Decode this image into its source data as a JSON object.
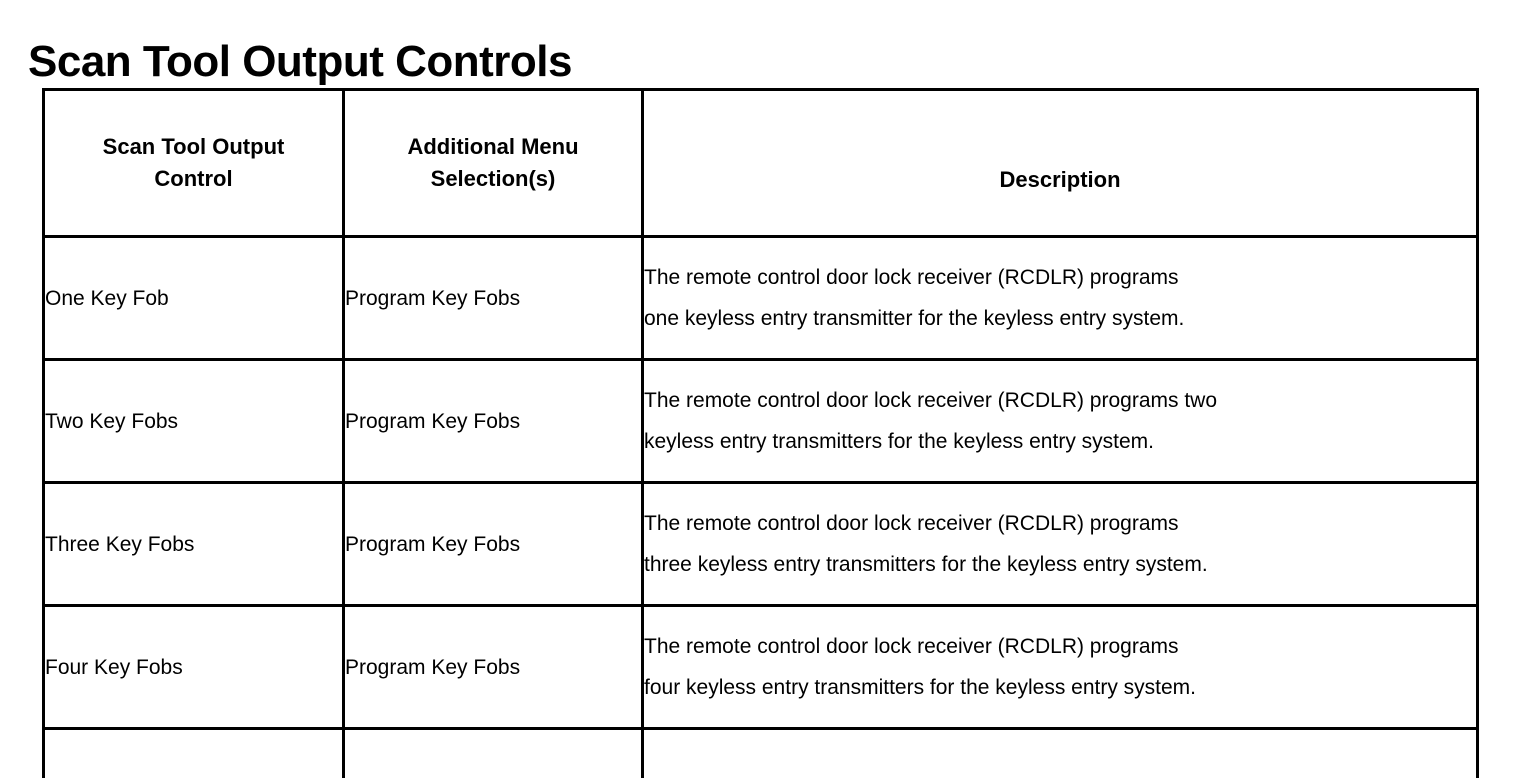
{
  "page": {
    "title": "Scan Tool Output Controls",
    "background_color": "#ffffff",
    "text_color": "#000000",
    "border_color": "#000000"
  },
  "table": {
    "columns": [
      {
        "key": "control",
        "header_lines": [
          "Scan Tool Output",
          "Control"
        ]
      },
      {
        "key": "menu",
        "header_lines": [
          "Additional Menu",
          "Selection(s)"
        ]
      },
      {
        "key": "description",
        "header_lines": [
          "Description"
        ]
      }
    ],
    "rows": [
      {
        "control": "One Key Fob",
        "menu": "Program Key Fobs",
        "description_lines": [
          "The remote control door lock receiver (RCDLR) programs",
          "one keyless entry transmitter for the keyless entry system."
        ]
      },
      {
        "control": "Two Key Fobs",
        "menu": "Program Key Fobs",
        "description_lines": [
          "The remote control door lock receiver (RCDLR) programs two",
          "keyless entry transmitters for the keyless entry system."
        ]
      },
      {
        "control": "Three Key Fobs",
        "menu": "Program Key Fobs",
        "description_lines": [
          "The remote control door lock receiver (RCDLR) programs",
          "three keyless entry transmitters for the keyless entry system."
        ]
      },
      {
        "control": "Four Key Fobs",
        "menu": "Program Key Fobs",
        "description_lines": [
          "The remote control door lock receiver (RCDLR) programs",
          "four keyless entry transmitters for the keyless entry system."
        ]
      }
    ]
  }
}
